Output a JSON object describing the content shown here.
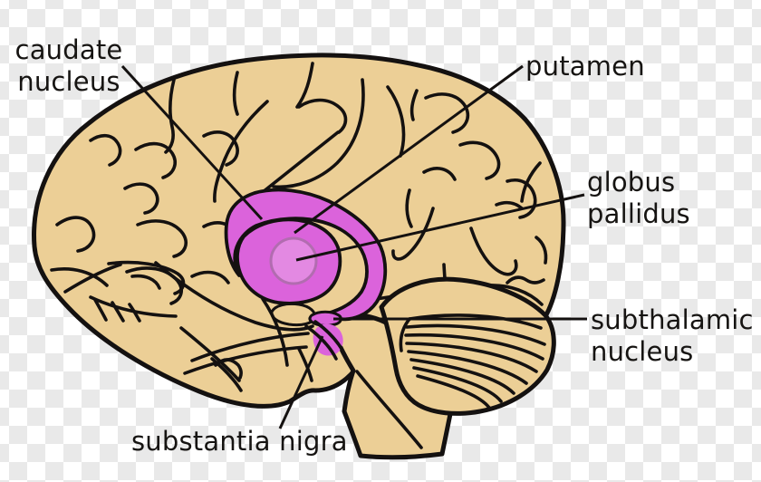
{
  "diagram": {
    "subject": "Human brain lateral view with basal ganglia highlighted",
    "labels": {
      "caudate": {
        "line1": "caudate",
        "line2": "nucleus"
      },
      "putamen": {
        "line1": "putamen"
      },
      "globus": {
        "line1": "globus",
        "line2": "pallidus"
      },
      "subthalamic": {
        "line1": "subthalamic",
        "line2": "nucleus"
      },
      "substantia": {
        "line1": "substantia nigra"
      }
    },
    "structures": [
      "caudate nucleus",
      "putamen",
      "globus pallidus",
      "subthalamic nucleus",
      "substantia nigra"
    ]
  },
  "colors": {
    "brain_fill": "#ECCF96",
    "outline": "#141110",
    "nuclei_fill": "#DB63DB",
    "gp_fill": "#E389E2",
    "gp_ring": "#B26CB0",
    "checker_gray": "#E9E9E9",
    "checker_white": "#FFFFFF",
    "label_text": "#161412"
  }
}
